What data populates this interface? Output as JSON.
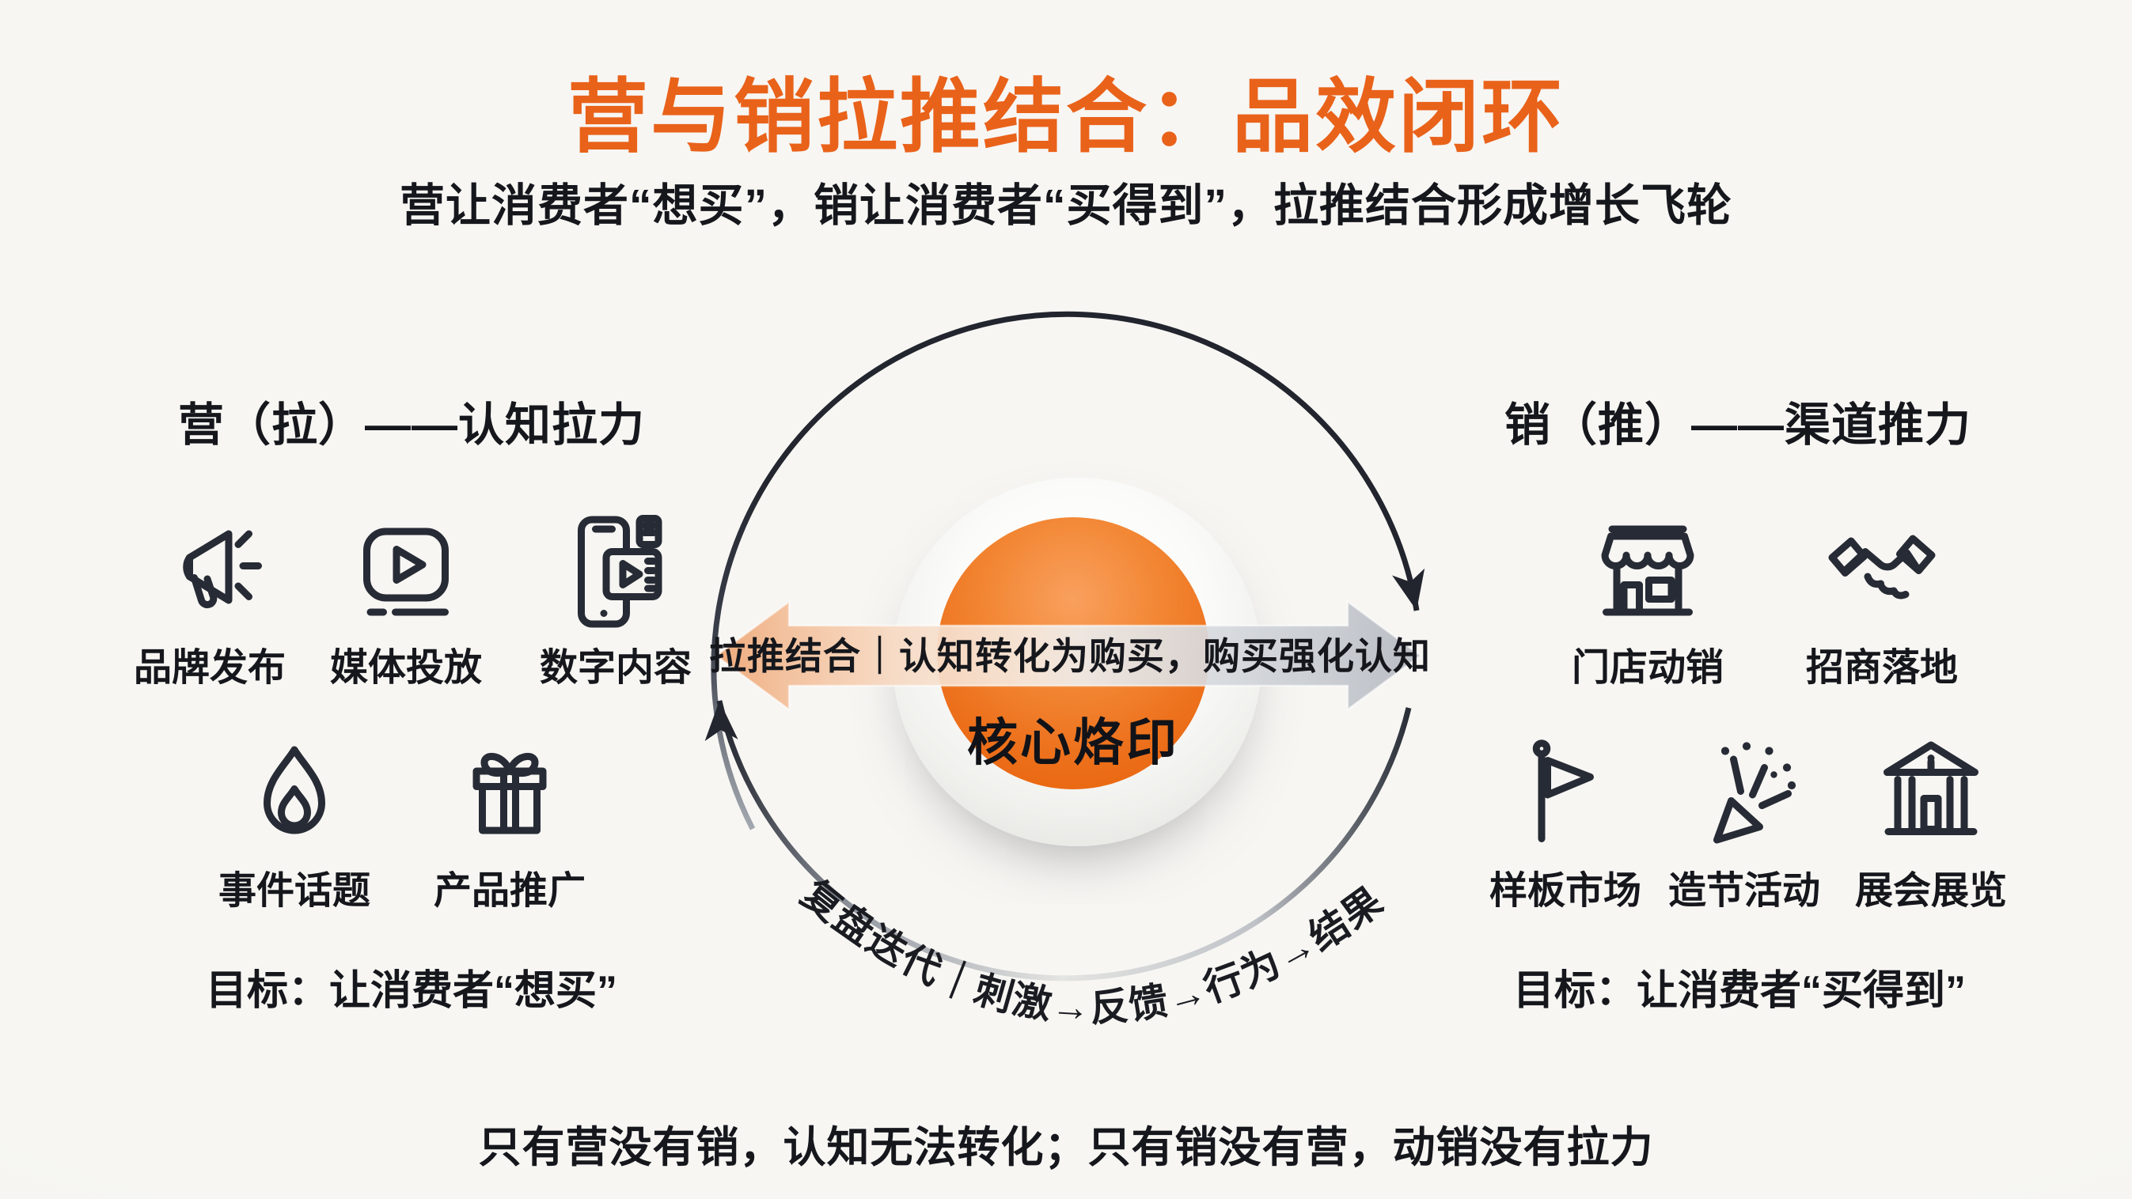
{
  "title": "营与销拉推结合：品效闭环",
  "subtitle": "营让消费者“想买”，销让消费者“买得到”，拉推结合形成增长飞轮",
  "left_panel": {
    "header": "营（拉）——认知拉力",
    "items": [
      {
        "label": "品牌发布",
        "icon": "megaphone-icon"
      },
      {
        "label": "媒体投放",
        "icon": "video-player-icon"
      },
      {
        "label": "数字内容",
        "icon": "phone-content-icon"
      },
      {
        "label": "事件话题",
        "icon": "flame-icon"
      },
      {
        "label": "产品推广",
        "icon": "gift-icon"
      }
    ],
    "goal": "目标：让消费者“想买”"
  },
  "right_panel": {
    "header": "销（推）——渠道推力",
    "items": [
      {
        "label": "门店动销",
        "icon": "storefront-icon"
      },
      {
        "label": "招商落地",
        "icon": "handshake-icon"
      },
      {
        "label": "样板市场",
        "icon": "flag-icon"
      },
      {
        "label": "造节活动",
        "icon": "party-popper-icon"
      },
      {
        "label": "展会展览",
        "icon": "exhibition-hall-icon"
      }
    ],
    "goal": "目标：让消费者“买得到”"
  },
  "center": {
    "arrow_label": "拉推结合｜认知转化为购买，购买强化认知",
    "core_label": "核心烙印",
    "cycle_label": "复盘迭代｜刺激→反馈→行为→结果"
  },
  "footer": "只有营没有销，认知无法转化；只有销没有营，动销没有拉力",
  "colors": {
    "accent_orange": "#E9621A",
    "core_orange": "#EE7420",
    "arrow_orange_end": "#EDA26F",
    "arrow_silver_end": "#B4B9C0",
    "loop_dark": "#22252E",
    "ink": "#15171C",
    "background": "#F5F4F1"
  }
}
